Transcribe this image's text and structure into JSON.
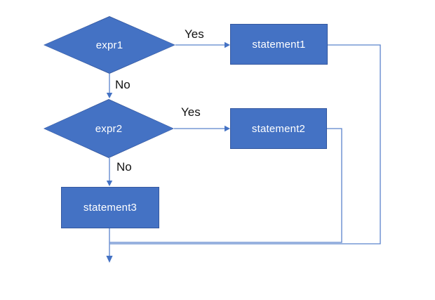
{
  "colors": {
    "background": "#ffffff",
    "shape_fill": "#4472c4",
    "shape_border": "#35589f",
    "shape_text": "#ffffff",
    "connector": "#5b83cc",
    "arrowhead": "#4472c4",
    "label_text": "#111111"
  },
  "nodes": {
    "expr1": {
      "label": "expr1"
    },
    "expr2": {
      "label": "expr2"
    },
    "statement1": {
      "label": "statement1"
    },
    "statement2": {
      "label": "statement2"
    },
    "statement3": {
      "label": "statement3"
    }
  },
  "edge_labels": {
    "expr1_yes": "Yes",
    "expr1_no": "No",
    "expr2_yes": "Yes",
    "expr2_no": "No"
  }
}
